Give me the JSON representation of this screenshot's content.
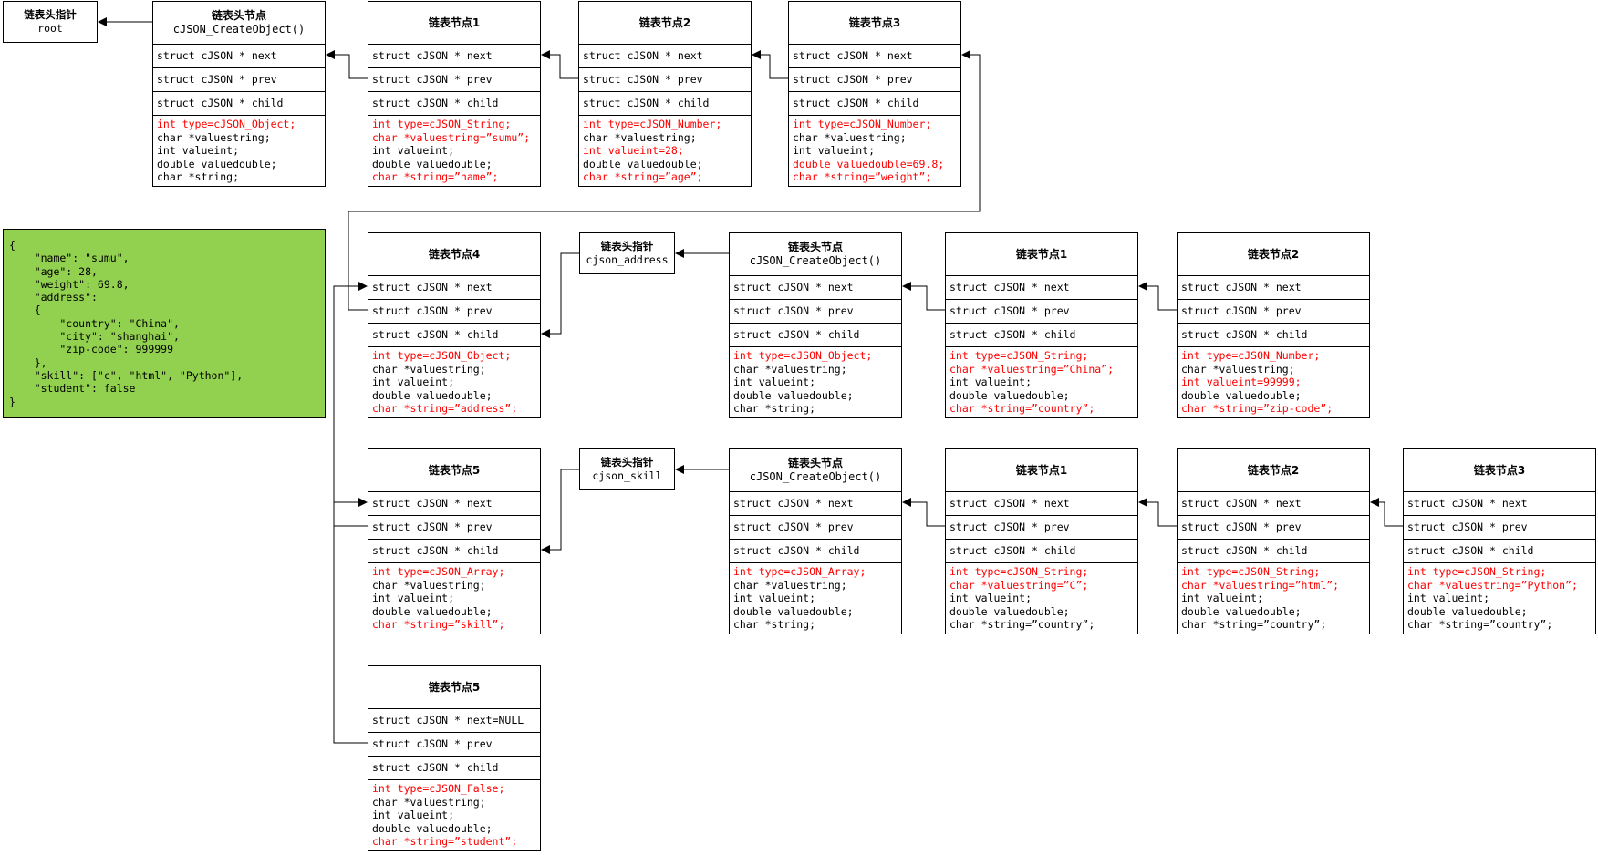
{
  "fields": {
    "next": "struct cJSON * next",
    "prev": "struct cJSON * prev",
    "child": "struct cJSON * child",
    "next_null": "struct cJSON * next=NULL"
  },
  "json_text": [
    "{",
    "    \"name\": \"sumu\",",
    "    \"age\": 28,",
    "    \"weight\": 69.8,",
    "    \"address\":",
    "    {",
    "        \"country\": \"China\",",
    "        \"city\": \"shanghai\",",
    "        \"zip-code\": 999999",
    "    },",
    "    \"skill\": [\"c\", \"html\", \"Python\"],",
    "    \"student\": false",
    "}"
  ],
  "pointers": [
    {
      "id": "root",
      "title": "链表头指针",
      "name": "root"
    },
    {
      "id": "addr",
      "title": "链表头指针",
      "name": "cjson_address"
    },
    {
      "id": "skill",
      "title": "链表头指针",
      "name": "cjson_skill"
    }
  ],
  "nodes": [
    {
      "id": "r-head",
      "title": "链表头节点",
      "subtitle": "cJSON_CreateObject()",
      "content": [
        {
          "text": "int type=cJSON_Object;",
          "red": true
        },
        {
          "text": "char *valuestring;",
          "red": false
        },
        {
          "text": "int valueint;",
          "red": false
        },
        {
          "text": "double valuedouble;",
          "red": false
        },
        {
          "text": "char *string;",
          "red": false
        }
      ]
    },
    {
      "id": "r-1",
      "title": "链表节点1",
      "subtitle": "",
      "content": [
        {
          "text": "int type=cJSON_String;",
          "red": true
        },
        {
          "text": "char *valuestring=”sumu”;",
          "red": true
        },
        {
          "text": "int valueint;",
          "red": false
        },
        {
          "text": "double valuedouble;",
          "red": false
        },
        {
          "text": "char *string=”name”;",
          "red": true
        }
      ]
    },
    {
      "id": "r-2",
      "title": "链表节点2",
      "subtitle": "",
      "content": [
        {
          "text": "int type=cJSON_Number;",
          "red": true
        },
        {
          "text": "char *valuestring;",
          "red": false
        },
        {
          "text": "int valueint=28;",
          "red": true
        },
        {
          "text": "double valuedouble;",
          "red": false
        },
        {
          "text": "char *string=”age”;",
          "red": true
        }
      ]
    },
    {
      "id": "r-3",
      "title": "链表节点3",
      "subtitle": "",
      "content": [
        {
          "text": "int type=cJSON_Number;",
          "red": true
        },
        {
          "text": "char *valuestring;",
          "red": false
        },
        {
          "text": "int valueint;",
          "red": false
        },
        {
          "text": "double valuedouble=69.8;",
          "red": true
        },
        {
          "text": "char *string=”weight”;",
          "red": true
        }
      ]
    },
    {
      "id": "r-4",
      "title": "链表节点4",
      "subtitle": "",
      "content": [
        {
          "text": "int type=cJSON_Object;",
          "red": true
        },
        {
          "text": "char *valuestring;",
          "red": false
        },
        {
          "text": "int valueint;",
          "red": false
        },
        {
          "text": "double valuedouble;",
          "red": false
        },
        {
          "text": "char *string=”address”;",
          "red": true
        }
      ]
    },
    {
      "id": "a-head",
      "title": "链表头节点",
      "subtitle": "cJSON_CreateObject()",
      "content": [
        {
          "text": "int type=cJSON_Object;",
          "red": true
        },
        {
          "text": "char *valuestring;",
          "red": false
        },
        {
          "text": "int valueint;",
          "red": false
        },
        {
          "text": "double valuedouble;",
          "red": false
        },
        {
          "text": "char *string;",
          "red": false
        }
      ]
    },
    {
      "id": "a-1",
      "title": "链表节点1",
      "subtitle": "",
      "content": [
        {
          "text": "int type=cJSON_String;",
          "red": true
        },
        {
          "text": "char *valuestring=”China”;",
          "red": true
        },
        {
          "text": "int valueint;",
          "red": false
        },
        {
          "text": "double valuedouble;",
          "red": false
        },
        {
          "text": "char *string=”country”;",
          "red": true
        }
      ]
    },
    {
      "id": "a-2",
      "title": "链表节点2",
      "subtitle": "",
      "content": [
        {
          "text": "int type=cJSON_Number;",
          "red": true
        },
        {
          "text": "char *valuestring;",
          "red": false
        },
        {
          "text": "int valueint=99999;",
          "red": true
        },
        {
          "text": "double valuedouble;",
          "red": false
        },
        {
          "text": "char *string=”zip-code”;",
          "red": true
        }
      ]
    },
    {
      "id": "r-5",
      "title": "链表节点5",
      "subtitle": "",
      "content": [
        {
          "text": "int type=cJSON_Array;",
          "red": true
        },
        {
          "text": "char *valuestring;",
          "red": false
        },
        {
          "text": "int valueint;",
          "red": false
        },
        {
          "text": "double valuedouble;",
          "red": false
        },
        {
          "text": "char *string=”skill”;",
          "red": true
        }
      ]
    },
    {
      "id": "s-head",
      "title": "链表头节点",
      "subtitle": "cJSON_CreateObject()",
      "content": [
        {
          "text": "int type=cJSON_Array;",
          "red": true
        },
        {
          "text": "char *valuestring;",
          "red": false
        },
        {
          "text": "int valueint;",
          "red": false
        },
        {
          "text": "double valuedouble;",
          "red": false
        },
        {
          "text": "char *string;",
          "red": false
        }
      ]
    },
    {
      "id": "s-1",
      "title": "链表节点1",
      "subtitle": "",
      "content": [
        {
          "text": "int type=cJSON_String;",
          "red": true
        },
        {
          "text": "char *valuestring=”C”;",
          "red": true
        },
        {
          "text": "int valueint;",
          "red": false
        },
        {
          "text": "double valuedouble;",
          "red": false
        },
        {
          "text": "char *string=”country”;",
          "red": false
        }
      ]
    },
    {
      "id": "s-2",
      "title": "链表节点2",
      "subtitle": "",
      "content": [
        {
          "text": "int type=cJSON_String;",
          "red": true
        },
        {
          "text": "char *valuestring=”html”;",
          "red": true
        },
        {
          "text": "int valueint;",
          "red": false
        },
        {
          "text": "double valuedouble;",
          "red": false
        },
        {
          "text": "char *string=”country”;",
          "red": false
        }
      ]
    },
    {
      "id": "s-3",
      "title": "链表节点3",
      "subtitle": "",
      "content": [
        {
          "text": "int type=cJSON_String;",
          "red": true
        },
        {
          "text": "char *valuestring=”Python”;",
          "red": true
        },
        {
          "text": "int valueint;",
          "red": false
        },
        {
          "text": "double valuedouble;",
          "red": false
        },
        {
          "text": "char *string=”country”;",
          "red": false
        }
      ]
    },
    {
      "id": "r-6",
      "title": "链表节点5",
      "subtitle": "",
      "content": [
        {
          "text": "int type=cJSON_False;",
          "red": true
        },
        {
          "text": "char *valuestring;",
          "red": false
        },
        {
          "text": "int valueint;",
          "red": false
        },
        {
          "text": "double valuedouble;",
          "red": false
        },
        {
          "text": "char *string=”student”;",
          "red": true
        }
      ]
    }
  ]
}
